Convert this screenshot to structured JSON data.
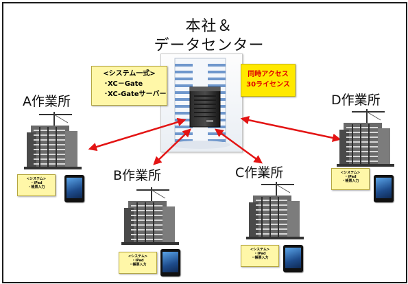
{
  "headquarters": {
    "title_line1": "本社＆",
    "title_line2": "データセンター",
    "system_box": {
      "heading": "<システム一式>",
      "line1": "･XC－Gate",
      "line2": "･XC-Gateサーバー"
    },
    "license_box": {
      "line1": "同時アクセス",
      "line2": "30ライセンス"
    }
  },
  "sites": [
    {
      "name": "A作業所",
      "note_heading": "<システム>",
      "note_line1": "・iPad",
      "note_line2": "・帳票入力"
    },
    {
      "name": "B作業所",
      "note_heading": "<システム>",
      "note_line1": "・iPad",
      "note_line2": "・帳票入力"
    },
    {
      "name": "C作業所",
      "note_heading": "<システム>",
      "note_line1": "・iPad",
      "note_line2": "・帳票入力"
    },
    {
      "name": "D作業所",
      "note_heading": "<システム>",
      "note_line1": "・iPad",
      "note_line2": "・帳票入力"
    }
  ],
  "colors": {
    "arrow": "#e31414",
    "note_fill": "#fff7a8",
    "license_fill": "#ffe900",
    "license_text": "#e00000",
    "building_stripe": "#6f97cc"
  },
  "icons": [
    "server-icon",
    "building-icon",
    "crane-icon",
    "tablet-icon",
    "double-arrow-icon"
  ]
}
